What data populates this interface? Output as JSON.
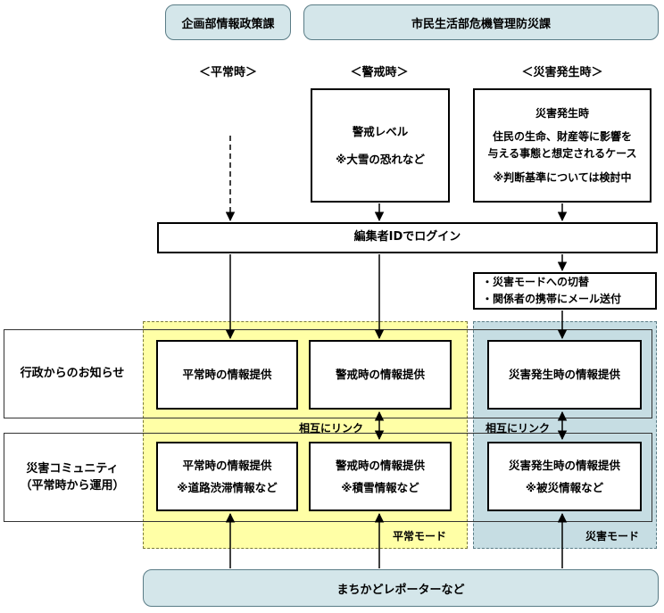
{
  "headers": {
    "planning": "企画部情報政策課",
    "disaster_dept": "市民生活部危機管理防災課"
  },
  "phases": {
    "normal": "＜平常時＞",
    "alert": "＜警戒時＞",
    "disaster": "＜災害発生時＞"
  },
  "alert_box": {
    "line1": "警戒レベル",
    "line2": "※大雪の恐れなど"
  },
  "disaster_box": {
    "line1": "災害発生時",
    "line2": "住民の生命、財産等に影響を",
    "line3": "与える事態と想定されるケース",
    "line4": "※判断基準については検討中"
  },
  "login_bar": "編集者IDでログイン",
  "switch_box": {
    "line1": "・災害モードへの切替",
    "line2": "・関係者の携帯にメール送付"
  },
  "rows": {
    "admin": "行政からのお知らせ",
    "community_line1": "災害コミュニティ",
    "community_line2": "（平常時から運用）"
  },
  "cells": {
    "admin_normal": "平常時の情報提供",
    "admin_alert": "警戒時の情報提供",
    "admin_disaster": "災害発生時の情報提供",
    "comm_normal_title": "平常時の情報提供",
    "comm_normal_note": "※道路渋滞情報など",
    "comm_alert_title": "警戒時の情報提供",
    "comm_alert_note": "※積雪情報など",
    "comm_disaster_title": "災害発生時の情報提供",
    "comm_disaster_note": "※被災情報など"
  },
  "links": {
    "left": "相互にリンク",
    "right": "相互にリンク"
  },
  "modes": {
    "normal": "平常モード",
    "disaster": "災害モード"
  },
  "footer": "まちかどレポーターなど"
}
